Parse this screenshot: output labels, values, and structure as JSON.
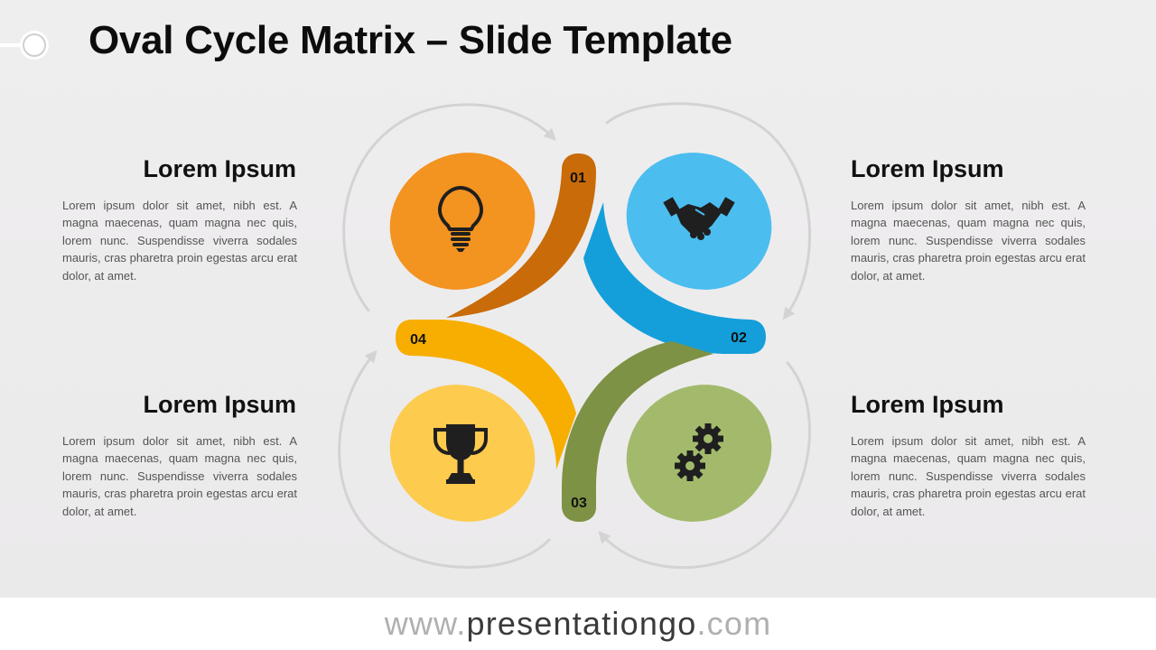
{
  "slide": {
    "title": "Oval Cycle Matrix – Slide Template"
  },
  "blocks": [
    {
      "number": "01",
      "heading": "Lorem Ipsum",
      "body": "Lorem ipsum dolor sit amet, nibh est. A magna maecenas, quam magna nec quis, lorem nunc. Suspendisse viverra sodales mauris, cras pharetra proin egestas arcu erat dolor, at amet.",
      "icon": "lightbulb-icon",
      "oval_color": "#F39320",
      "band_color": "#C86B08"
    },
    {
      "number": "02",
      "heading": "Lorem Ipsum",
      "body": "Lorem ipsum dolor sit amet, nibh est. A magna maecenas, quam magna nec quis, lorem nunc. Suspendisse viverra sodales mauris, cras pharetra proin egestas arcu erat dolor, at amet.",
      "icon": "handshake-icon",
      "oval_color": "#4BBDEF",
      "band_color": "#149FDA"
    },
    {
      "number": "03",
      "heading": "Lorem Ipsum",
      "body": "Lorem ipsum dolor sit amet, nibh est. A magna maecenas, quam magna nec quis, lorem nunc. Suspendisse viverra sodales mauris, cras pharetra proin egestas arcu erat dolor, at amet.",
      "icon": "gears-icon",
      "oval_color": "#A3BA6C",
      "band_color": "#7D9244"
    },
    {
      "number": "04",
      "heading": "Lorem Ipsum",
      "body": "Lorem ipsum dolor sit amet, nibh est. A magna maecenas, quam magna nec quis, lorem nunc. Suspendisse viverra sodales mauris, cras pharetra proin egestas arcu erat dolor, at amet.",
      "icon": "trophy-icon",
      "oval_color": "#FDCB4E",
      "band_color": "#F7AE00"
    }
  ],
  "footer": {
    "prefix": "www.",
    "brand": "presentationgo",
    "suffix": ".com"
  },
  "colors": {
    "arrow": "#D3D3D3",
    "icon": "#1F1F1F",
    "title": "#0D0D0D"
  }
}
